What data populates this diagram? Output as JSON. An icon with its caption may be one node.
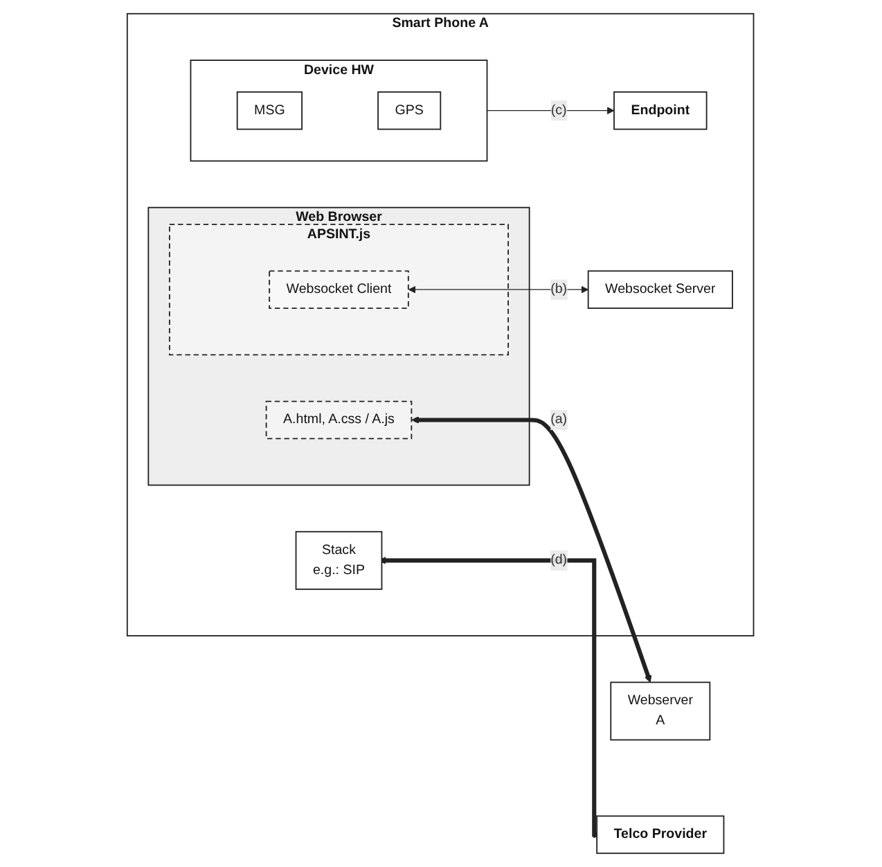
{
  "diagram": {
    "nodes": [
      {
        "text": [
          "Smart Phone  A"
        ]
      },
      {
        "text": [
          "Web Browser"
        ],
        "in": 0
      },
      {
        "text": [
          "A.html, A.css / A.js"
        ],
        "in": 1
      },
      {
        "text": [
          "APSINT.js"
        ],
        "in": 1
      },
      {
        "text": [
          "Websocket Client"
        ],
        "in": 3
      },
      {
        "text": [
          "Device HW"
        ],
        "in": 0
      },
      {
        "text": [
          "MSG"
        ],
        "in": 5
      },
      {
        "text": [
          "GPS"
        ],
        "in": 5
      },
      {
        "text": [
          "Websocket Server"
        ],
        "in": 0
      },
      {
        "text": [
          "Endpoint"
        ],
        "in": 0
      },
      {
        "text": [
          "Stack",
          "e.g.: SIP"
        ],
        "in": 0
      },
      {
        "text": [
          "Webserver",
          "A"
        ]
      },
      {
        "text": [
          "Telco Provider"
        ]
      }
    ],
    "edges": [
      {
        "from": 2,
        "to": 11,
        "arrow": "both",
        "label": "(a)",
        "style": "thick"
      },
      {
        "from": 4,
        "to": 8,
        "arrow": "both",
        "label": "(b)"
      },
      {
        "from": 5,
        "to": 9,
        "arrow": "to",
        "label": "(c)"
      },
      {
        "from": 10,
        "to": 12,
        "arrow": "both",
        "label": "(d)",
        "style": "thick"
      }
    ]
  }
}
